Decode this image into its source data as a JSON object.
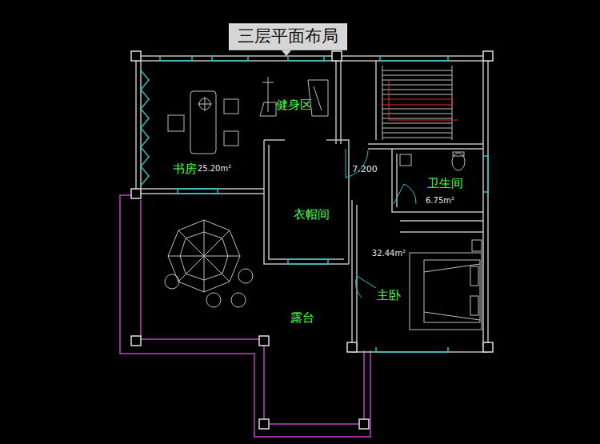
{
  "diagram": {
    "title": "三层平面布局",
    "labels": [
      "健身区",
      "书房",
      "25.20m²",
      "7.200",
      "卫生间",
      "6.75m²",
      "衣帽间",
      "32.44m²",
      "主卧",
      "露台"
    ]
  }
}
